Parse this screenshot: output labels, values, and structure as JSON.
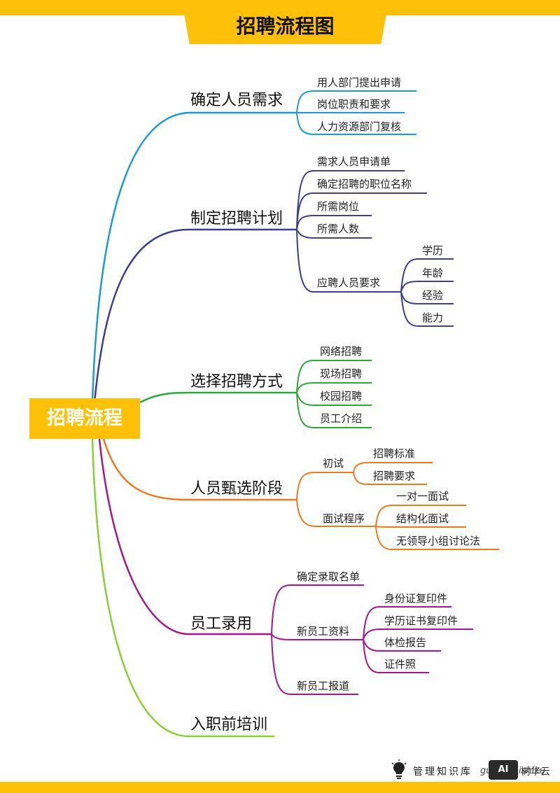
{
  "title": "招聘流程图",
  "root": "招聘流程",
  "branches": [
    {
      "label": "确定人员需求",
      "color": "#1a9ad6",
      "children": [
        "用人部门提出申请",
        "岗位职责和要求",
        "人力资源部门复核"
      ]
    },
    {
      "label": "制定招聘计划",
      "color": "#3b3d96",
      "children": [
        "需求人员申请单",
        "确定招聘的职位名称",
        "所需岗位",
        "所需人数",
        "应聘人员要求"
      ],
      "sub": [
        "学历",
        "年龄",
        "经验",
        "能力"
      ]
    },
    {
      "label": "选择招聘方式",
      "color": "#2ea83a",
      "children": [
        "网络招聘",
        "现场招聘",
        "校园招聘",
        "员工介绍"
      ]
    },
    {
      "label": "人员甄选阶段",
      "color": "#ee7a1c",
      "children": [
        "初试",
        "面试程序"
      ],
      "sub_a": [
        "招聘标准",
        "招聘要求"
      ],
      "sub_b": [
        "一对一面试",
        "结构化面试",
        "无领导小组讨论法"
      ]
    },
    {
      "label": "员工录用",
      "color": "#a8168f",
      "children": [
        "确定录取名单",
        "新员工资料",
        "新员工报道"
      ],
      "sub": [
        "身份证复印件",
        "学历证书复印件",
        "体检报告",
        "证件照"
      ]
    },
    {
      "label": "入职前培训",
      "color": "#8ccf2e",
      "children": []
    }
  ],
  "footer": {
    "text": "管理知识库",
    "text_en": "guanlizhishiku",
    "logo": "AI",
    "brand": "树华云",
    "icon": "lightbulb-icon"
  }
}
